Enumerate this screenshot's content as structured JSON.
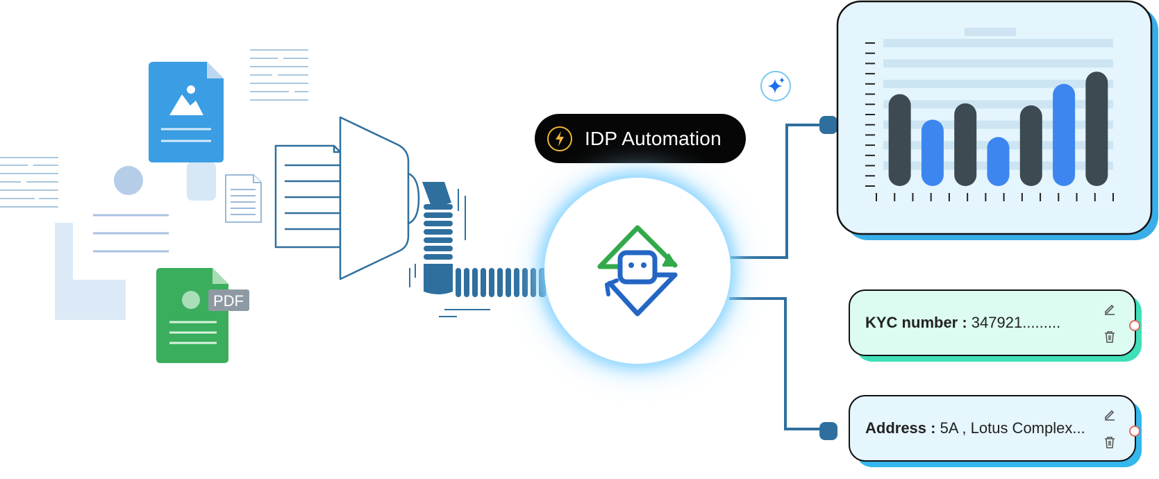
{
  "automation": {
    "label": "IDP Automation"
  },
  "fields": [
    {
      "label": "KYC number : ",
      "value": "347921........."
    },
    {
      "label": "Address : ",
      "value": "5A , Lotus Complex..."
    }
  ],
  "colors": {
    "pipe": "#2f6f9e",
    "pill": "#060606",
    "bolt": "#f3b73a",
    "chart_panel": "#e4f5fd",
    "bar_dark": "#3d4a52",
    "bar_blue": "#3d86f0",
    "kyc_card": "#dcfbf1",
    "kyc_shadow": "#3fe0b8",
    "address_card": "#e5f6fd",
    "address_shadow": "#33b7ec",
    "image_doc": "#3b9de3",
    "pdf_doc": "#3aae5c"
  },
  "icons": [
    "image-file-icon",
    "pdf-file-icon",
    "text-file-icon",
    "lightning-icon",
    "bot-sync-icon",
    "sparkle-icon",
    "edit-icon",
    "delete-icon"
  ],
  "pdf_badge": "PDF",
  "chart_data": {
    "type": "bar",
    "series": [
      {
        "values": [
          9,
          6.5,
          8.1,
          4.8,
          7.9,
          10,
          11.2
        ]
      }
    ],
    "bar_colors": [
      "#3d4a52",
      "#3d86f0",
      "#3d4a52",
      "#3d86f0",
      "#3d4a52",
      "#3d86f0",
      "#3d4a52"
    ],
    "ylim": [
      0,
      14
    ],
    "grid": true,
    "title": "",
    "xlabel": "",
    "ylabel": ""
  }
}
